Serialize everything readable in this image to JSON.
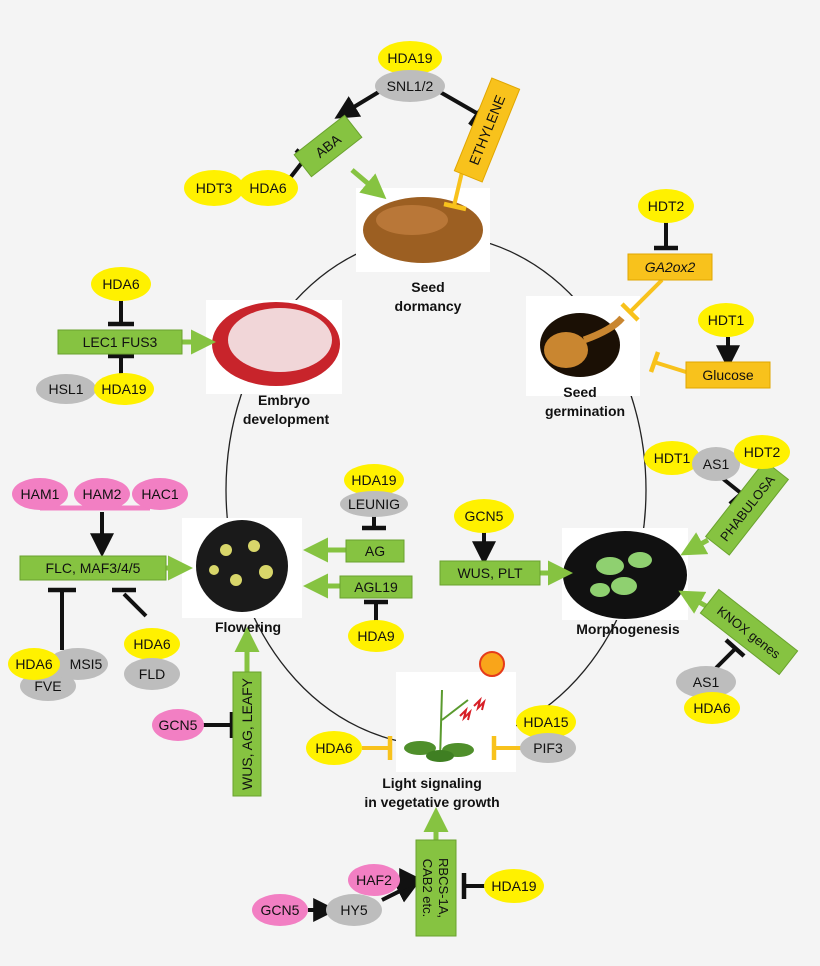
{
  "stages": {
    "seed_dormancy": [
      "Seed",
      "dormancy"
    ],
    "seed_germination": [
      "Seed",
      "germination"
    ],
    "embryo_development": [
      "Embryo",
      "development"
    ],
    "flowering": "Flowering",
    "morphogenesis": "Morphogenesis",
    "light_signaling": [
      "Light signaling",
      "in vegetative growth"
    ]
  },
  "targets": {
    "aba": "ABA",
    "ethylene": "ETHYLENE",
    "ga2ox2": "GA2ox2",
    "glucose": "Glucose",
    "lec1_fus3": "LEC1 FUS3",
    "flc_maf": "FLC, MAF3/4/5",
    "ag": "AG",
    "agl19": "AGL19",
    "wus_plt": "WUS, PLT",
    "phabulosa": "PHABULOSA",
    "knox": "KNOX genes",
    "wus_ag_leafy": "WUS, AG, LEAFY",
    "rbcs": [
      "RBCS-1A,",
      "CAB2  etc."
    ]
  },
  "regulators": {
    "top_hda19": "HDA19",
    "snl12": "SNL1/2",
    "hdt3": "HDT3",
    "hda6_aba": "HDA6",
    "hdt2_ga": "HDT2",
    "hdt1_glu": "HDT1",
    "hda6_lec": "HDA6",
    "hsl1": "HSL1",
    "hda19_lec": "HDA19",
    "ham1": "HAM1",
    "ham2": "HAM2",
    "hac1": "HAC1",
    "hda19_ag": "HDA19",
    "leunig": "LEUNIG",
    "hda9": "HDA9",
    "gcn5_wus": "GCN5",
    "hdt1_as": "HDT1",
    "as1_top": "AS1",
    "hdt2_as": "HDT2",
    "hda6_flc": "HDA6",
    "msi5": "MSI5",
    "fve": "FVE",
    "hda6_fld": "HDA6",
    "fld": "FLD",
    "as1_bottom": "AS1",
    "hda6_knox": "HDA6",
    "gcn5_flower": "GCN5",
    "hda15": "HDA15",
    "pif3": "PIF3",
    "hda6_light": "HDA6",
    "haf2": "HAF2",
    "gcn5_hy5": "GCN5",
    "hy5": "HY5",
    "hda19_bottom": "HDA19"
  },
  "colors": {
    "green_box": "#86c341",
    "orange_box": "#f8c21c",
    "yellow_node": "#fff100",
    "gray_node": "#bdbdbd",
    "pink_node": "#f27fc3",
    "arrow_black": "#111111"
  }
}
